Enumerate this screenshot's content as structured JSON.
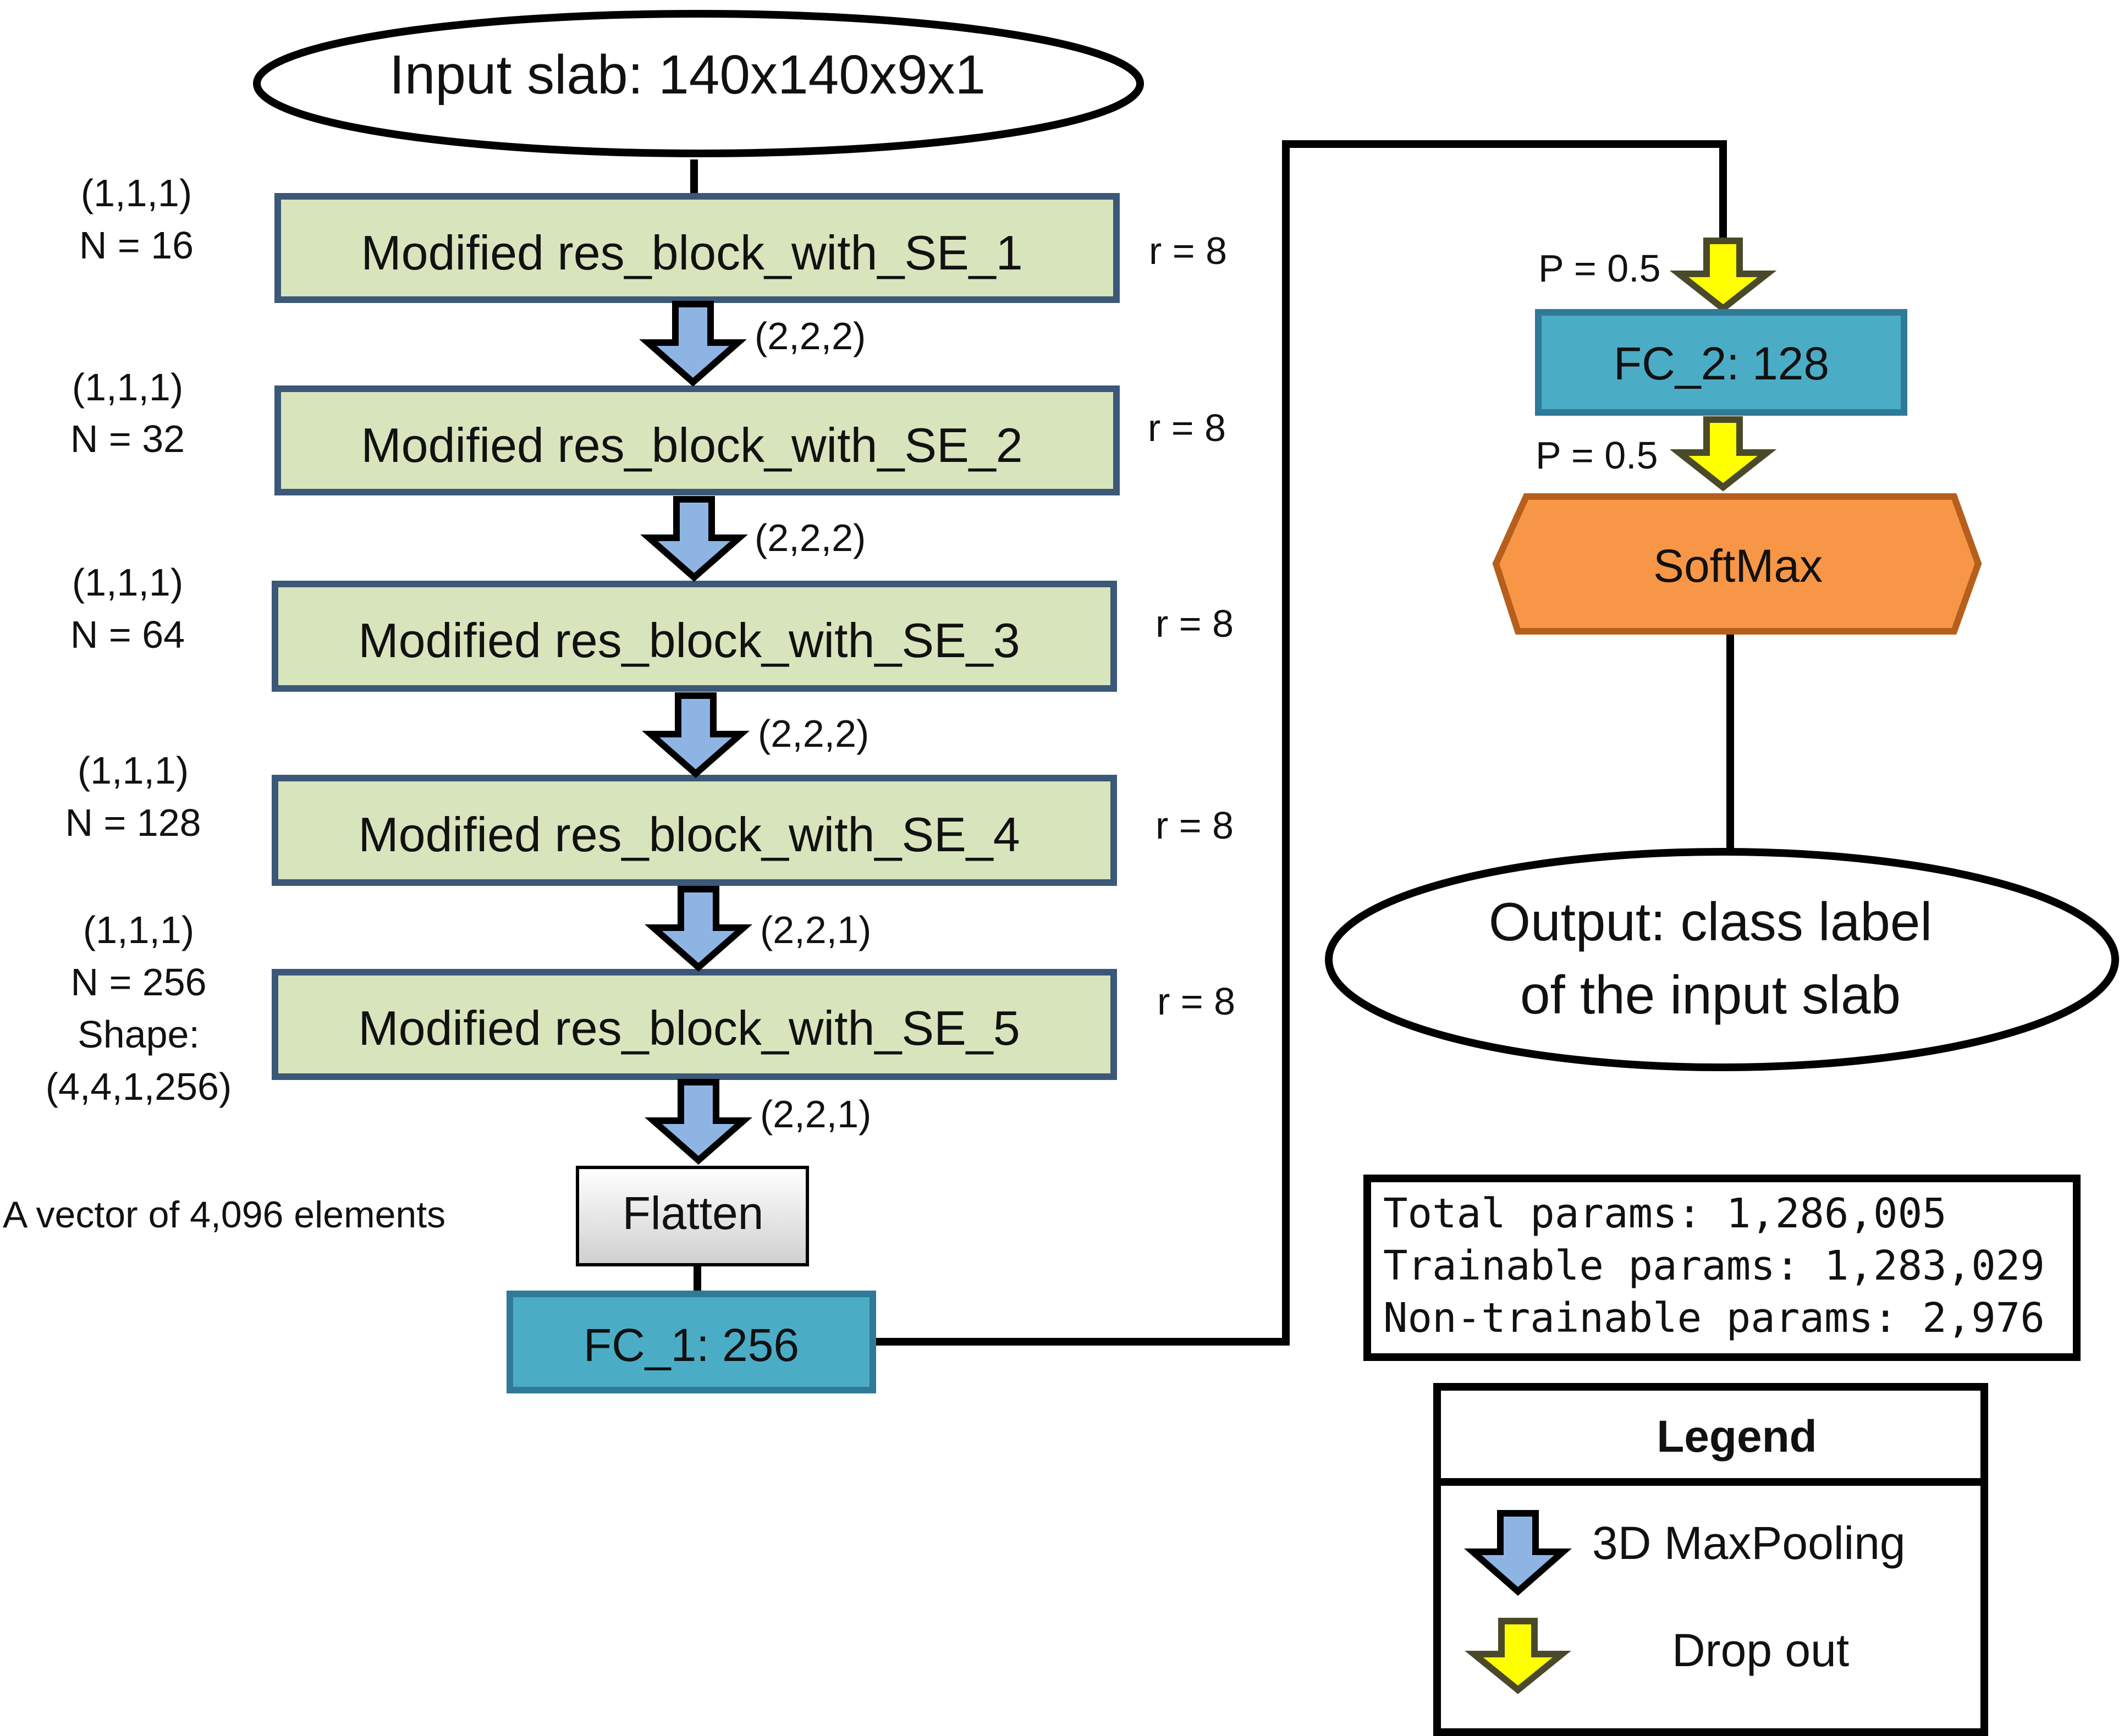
{
  "input_node": {
    "label": "Input slab: 140x140x9x1"
  },
  "blocks": [
    {
      "label": "Modified res_block_with_SE_1",
      "kernel": "(1,1,1)",
      "filters": "N = 16",
      "ratio": "r = 8"
    },
    {
      "label": "Modified res_block_with_SE_2",
      "kernel": "(1,1,1)",
      "filters": "N = 32",
      "ratio": "r = 8"
    },
    {
      "label": "Modified res_block_with_SE_3",
      "kernel": "(1,1,1)",
      "filters": "N = 64",
      "ratio": "r = 8"
    },
    {
      "label": "Modified res_block_with_SE_4",
      "kernel": "(1,1,1)",
      "filters": "N = 128",
      "ratio": "r = 8"
    },
    {
      "label": "Modified res_block_with_SE_5",
      "kernel": "(1,1,1)",
      "filters": "N = 256",
      "shape_label": "Shape:",
      "shape_value": "(4,4,1,256)",
      "ratio": "r = 8"
    }
  ],
  "pooling": [
    "(2,2,2)",
    "(2,2,2)",
    "(2,2,2)",
    "(2,2,1)",
    "(2,2,1)"
  ],
  "flatten": {
    "label": "Flatten",
    "note": "A vector of 4,096 elements"
  },
  "fc1": {
    "label": "FC_1: 256"
  },
  "fc2": {
    "label": "FC_2: 128"
  },
  "dropout": [
    "P = 0.5",
    "P = 0.5"
  ],
  "softmax": {
    "label": "SoftMax"
  },
  "output_node": {
    "line1": "Output: class label",
    "line2": "of the input slab"
  },
  "params": {
    "total": "Total params: 1,286,005",
    "trainable": "Trainable params: 1,283,029",
    "non_trainable": "Non-trainable params: 2,976"
  },
  "legend": {
    "title": "Legend",
    "items": [
      {
        "label": "3D MaxPooling",
        "icon": "blue-down-arrow-icon"
      },
      {
        "label": "Drop out",
        "icon": "yellow-down-arrow-icon"
      }
    ]
  },
  "colors": {
    "block_fill": "#d8e4bc",
    "block_border": "#3b5878",
    "fc_fill": "#4bacc6",
    "fc_border": "#2f7a96",
    "softmax_fill": "#f79646",
    "softmax_border": "#b65f1d",
    "pool_arrow": "#8eb4e3",
    "dropout_arrow": "#ffff00",
    "dropout_outline": "#4a4a2a",
    "flatten_fill_top": "#ffffff",
    "flatten_fill_bottom": "#cfcfcf"
  }
}
